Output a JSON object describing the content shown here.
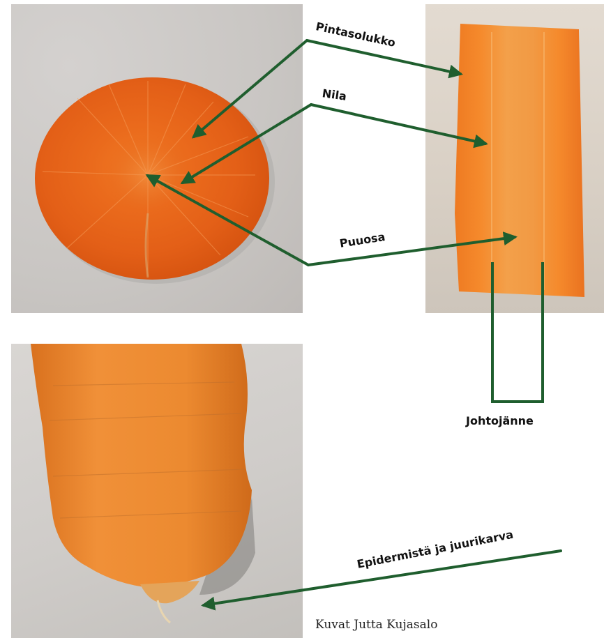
{
  "labels": {
    "pintasolukko": "Pintasolukko",
    "nila": "Nila",
    "puuosa": "Puuosa",
    "johtojanne": "Johtojänne",
    "epidermis": "Epidermistä ja juurikarva"
  },
  "credit": "Kuvat Jutta Kujasalo",
  "colors": {
    "arrow": "#1f5e2e",
    "carrot_outer": "#e8621a",
    "carrot_inner": "#f07a22",
    "background": "#ffffff"
  }
}
